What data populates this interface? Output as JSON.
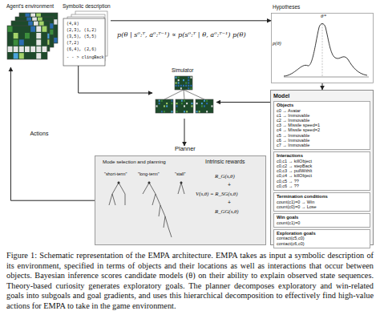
{
  "diagram": {
    "caption": "Figure 1: Schematic representation of the EMPA architecture. EMPA takes as input a symbolic description of its environment, specified in terms of objects and their locations as well as interactions that occur between objects. Bayesian inference scores candidate models (θ) on their ability to explain observed state sequences. Theory-based curiosity generates exploratory goals. The planner decomposes exploratory and win-related goals into subgoals and goal gradients, and uses this hierarchical decomposition to effectively find high-value actions for EMPA to take in the game environment.",
    "nodes": [
      {
        "text": [
          "Agent's environment"
        ]
      },
      {
        "text": [
          "Symbolic description"
        ]
      },
      {
        "text": [
          "Hypotheses",
          "θ*",
          "p(θ)"
        ]
      },
      {
        "text": [
          "Simulator"
        ]
      },
      {
        "text": [
          "Model"
        ]
      },
      {
        "text": [
          "Objects",
          "c0 → Avatar",
          "c1 → Immovable",
          "c2 → Immovable",
          "c3 → Missile speed=1",
          "c4 → Missile speed=2",
          "c5 → Immovable",
          "c6 → Immovable",
          "c7 → Immovable"
        ],
        "in": 4
      },
      {
        "text": [
          "Interactions",
          "c0,c1 → killObject",
          "c0,c2 → stepBack",
          "c0,c3 → pullWithIt",
          "c0,c4 → killObject",
          "c0,c5 → ??",
          "c0,c6 → ??"
        ],
        "in": 4
      },
      {
        "text": [
          "Termination conditions",
          "count(c1)=0 → Win",
          "count(c0)=0 → Lose"
        ],
        "in": 4
      },
      {
        "text": [
          "Win goals",
          "count(c1)=0"
        ],
        "in": 4
      },
      {
        "text": [
          "Exploration goals",
          "contact(c5,c0)",
          "contact(c6,c0)"
        ],
        "in": 4
      },
      {
        "text": [
          "Planner",
          "Mode selection and planning",
          "\"short-term\"",
          "\"long-term\"",
          "\"stall\"",
          "Intrinsic rewards",
          "R_G(s,θ)",
          "+",
          "V(s,θ) = R_SG(s,θ)",
          "+",
          "R_GG(s,θ)"
        ]
      }
    ],
    "edges": [
      {
        "from": 1,
        "to": 2,
        "arrow": "to"
      },
      {
        "from": 1,
        "to": 3,
        "arrow": "to"
      },
      {
        "from": 2,
        "to": 4,
        "arrow": "to"
      },
      {
        "from": 4,
        "to": 3,
        "arrow": "to"
      },
      {
        "from": 3,
        "to": 10,
        "arrow": "to"
      },
      {
        "from": 10,
        "to": 0,
        "label": "Actions",
        "arrow": "to"
      }
    ],
    "labels": [
      "p(θ | s⁰:ᵀ, a⁰:ᵀ⁻¹) ∝ p(s⁰:ᵀ | θ, a⁰:ᵀ⁻¹) p(θ)",
      "(4,8)",
      "(2,3), (1,2)",
      "(3,5), (5,5)",
      "(7,2)",
      "(6,4), (2,6)",
      "- - > clingBack"
    ]
  }
}
